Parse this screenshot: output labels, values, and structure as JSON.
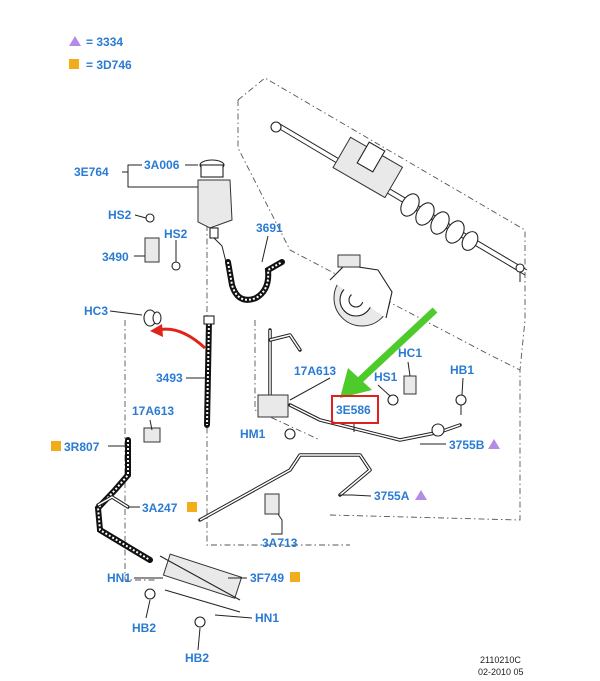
{
  "legend": [
    {
      "symbol": "triangle",
      "color": "#b48ce6",
      "text": "= 3334"
    },
    {
      "symbol": "square",
      "color": "#f2ad1a",
      "text": "= 3D746"
    }
  ],
  "callouts": {
    "c3E764": "3E764",
    "c3A006": "3A006",
    "cHS2a": "HS2",
    "cHS2b": "HS2",
    "c3490": "3490",
    "c3691": "3691",
    "cHC3": "HC3",
    "c3493": "3493",
    "c17A613a": "17A613",
    "c17A613b": "17A613",
    "c3R807": "3R807",
    "c3A247": "3A247",
    "cHM1": "HM1",
    "c3E586": "3E586",
    "cHC1": "HC1",
    "cHS1": "HS1",
    "cHB1": "HB1",
    "c3755B": "3755B",
    "c3755A": "3755A",
    "c3A713": "3A713",
    "cHN1a": "HN1",
    "cHN1b": "HN1",
    "c3F749": "3F749",
    "cHB2a": "HB2",
    "cHB2b": "HB2"
  },
  "footer": {
    "code": "2110210C",
    "date": "02-2010 05"
  },
  "colors": {
    "label": "#2a7bd3",
    "highlight": "#e02020",
    "arrow_green": "#4ccb2a",
    "arrow_red": "#e0241b",
    "triangle": "#b48ce6",
    "square": "#f2ad1a"
  }
}
